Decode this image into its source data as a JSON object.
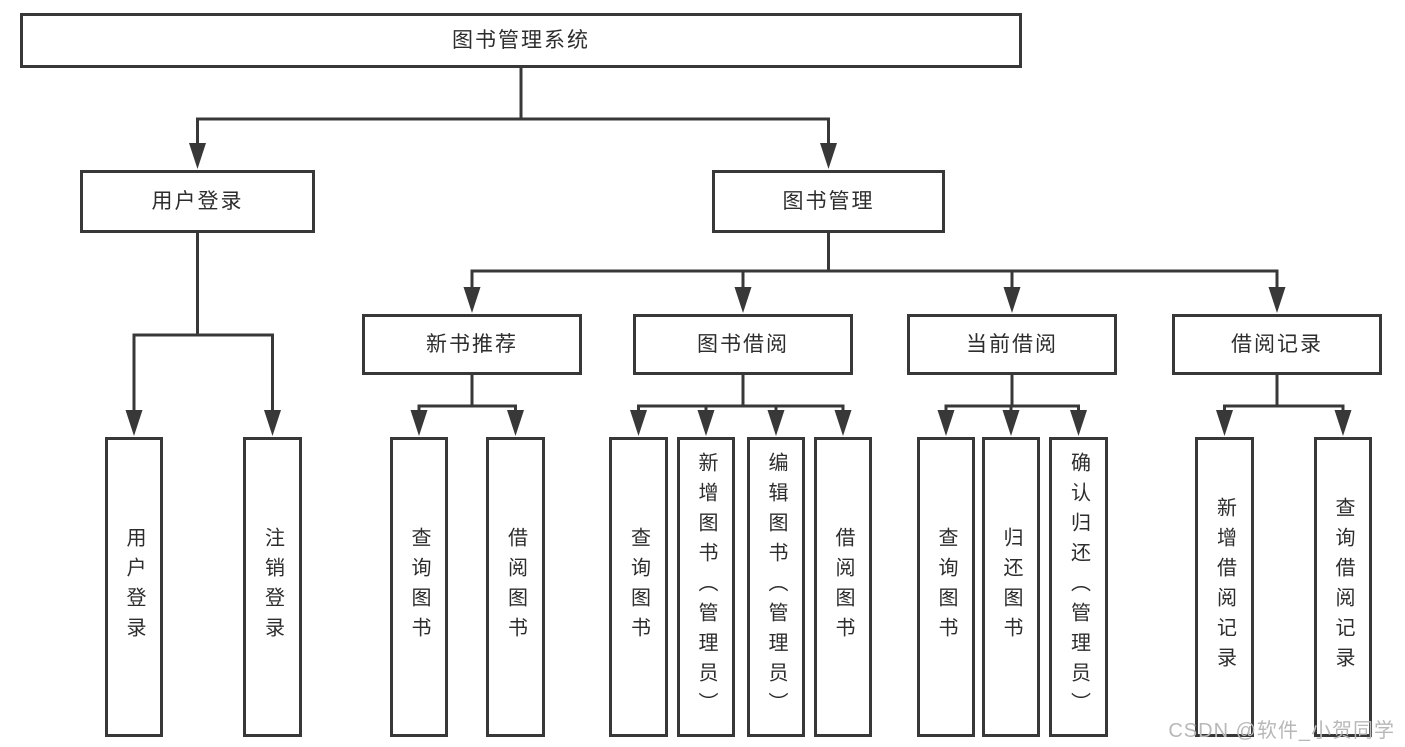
{
  "diagram": {
    "title": "图书管理系统",
    "nodes": [
      {
        "id": "root",
        "label": "图书管理系统"
      },
      {
        "id": "user-login",
        "label": "用户登录"
      },
      {
        "id": "book-mgmt",
        "label": "图书管理"
      },
      {
        "id": "new-book-recommend",
        "label": "新书推荐"
      },
      {
        "id": "book-borrow",
        "label": "图书借阅"
      },
      {
        "id": "current-borrow",
        "label": "当前借阅"
      },
      {
        "id": "borrow-record",
        "label": "借阅记录"
      },
      {
        "id": "leaf-user-login",
        "label": "用户登录"
      },
      {
        "id": "leaf-logout",
        "label": "注销登录"
      },
      {
        "id": "nb-query",
        "label": "查询图书"
      },
      {
        "id": "nb-borrow",
        "label": "借阅图书"
      },
      {
        "id": "bb-query",
        "label": "查询图书"
      },
      {
        "id": "bb-add",
        "label": "新增图书（管理员）"
      },
      {
        "id": "bb-edit",
        "label": "编辑图书（管理员）"
      },
      {
        "id": "bb-borrow",
        "label": "借阅图书"
      },
      {
        "id": "cb-query",
        "label": "查询图书"
      },
      {
        "id": "cb-return",
        "label": "归还图书"
      },
      {
        "id": "cb-confirm",
        "label": "确认归还（管理员）"
      },
      {
        "id": "br-add",
        "label": "新增借阅记录"
      },
      {
        "id": "br-query",
        "label": "查询借阅记录"
      }
    ],
    "hierarchy": [
      {
        "parent": "root",
        "children": [
          "user-login",
          "book-mgmt"
        ]
      },
      {
        "parent": "user-login",
        "children": [
          "leaf-user-login",
          "leaf-logout"
        ]
      },
      {
        "parent": "book-mgmt",
        "children": [
          "new-book-recommend",
          "book-borrow",
          "current-borrow",
          "borrow-record"
        ]
      },
      {
        "parent": "new-book-recommend",
        "children": [
          "nb-query",
          "nb-borrow"
        ]
      },
      {
        "parent": "book-borrow",
        "children": [
          "bb-query",
          "bb-add",
          "bb-edit",
          "bb-borrow"
        ]
      },
      {
        "parent": "current-borrow",
        "children": [
          "cb-query",
          "cb-return",
          "cb-confirm"
        ]
      },
      {
        "parent": "borrow-record",
        "children": [
          "br-add",
          "br-query"
        ]
      }
    ]
  },
  "watermark": {
    "text": "CSDN @软件_小贺同学"
  },
  "colors": {
    "line": "#383838",
    "text": "#2d2d2d",
    "background": "#ffffff",
    "watermark": "#b8b8b8"
  }
}
